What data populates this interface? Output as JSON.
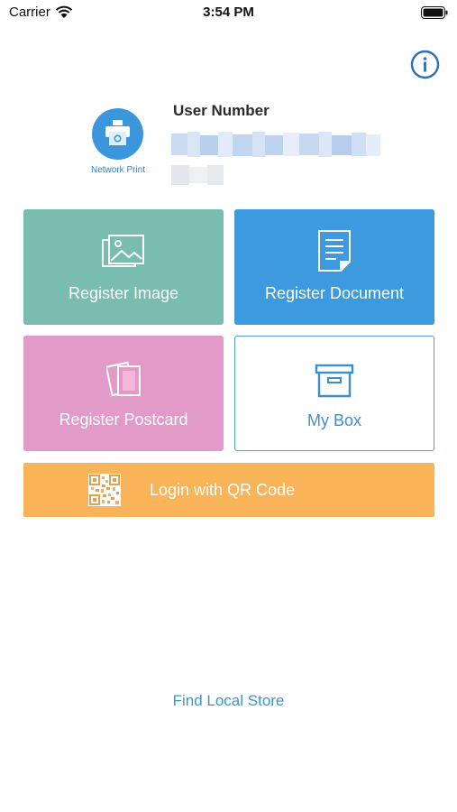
{
  "status_bar": {
    "carrier": "Carrier",
    "time": "3:54 PM"
  },
  "header": {
    "info_icon": "info-circle-icon",
    "app_name": "Network Print",
    "user_number_label": "User Number"
  },
  "tiles": {
    "register_image": {
      "label": "Register Image",
      "icon": "images-icon",
      "color": "#79bcb0"
    },
    "register_document": {
      "label": "Register Document",
      "icon": "document-icon",
      "color": "#3e9ade"
    },
    "register_postcard": {
      "label": "Register Postcard",
      "icon": "postcard-icon",
      "color": "#e29ac9"
    },
    "my_box": {
      "label": "My Box",
      "icon": "box-icon",
      "color": "#ffffff"
    }
  },
  "qr_login": {
    "label": "Login with QR Code",
    "icon": "qr-code-icon",
    "color": "#f9b45a"
  },
  "footer": {
    "find_store": "Find Local Store"
  },
  "colors": {
    "accent": "#3b96dc",
    "link": "#3a96cc"
  }
}
